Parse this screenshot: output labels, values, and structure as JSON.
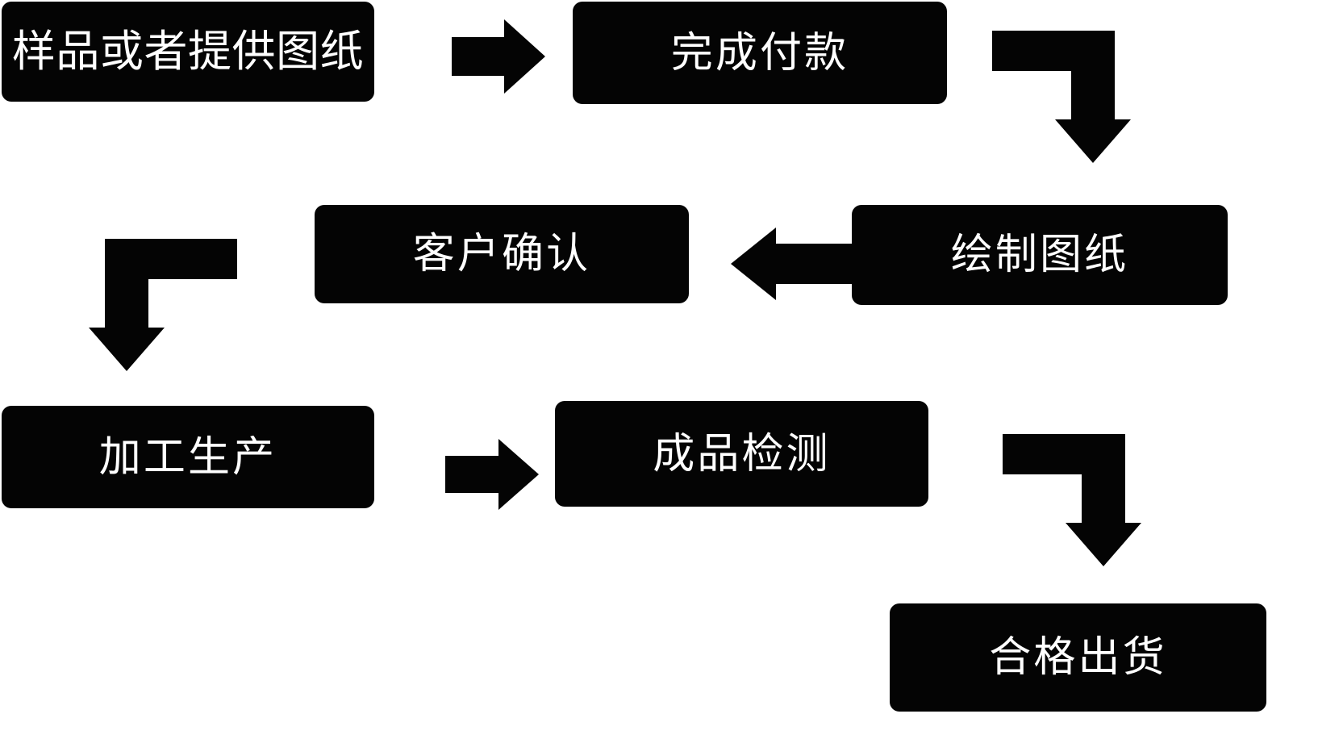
{
  "diagram": {
    "title": "",
    "background_color": "#ffffff",
    "node_fill_color": "#040404",
    "node_text_color": "#ffffff",
    "arrow_color": "#040404",
    "nodes": [
      {
        "id": "sample",
        "label": "样品或者提供图纸",
        "row": 1,
        "column": 1
      },
      {
        "id": "payment",
        "label": "完成付款",
        "row": 1,
        "column": 2
      },
      {
        "id": "confirm",
        "label": "客户确认",
        "row": 2,
        "column": 2
      },
      {
        "id": "drawing",
        "label": "绘制图纸",
        "row": 2,
        "column": 3
      },
      {
        "id": "production",
        "label": "加工生产",
        "row": 3,
        "column": 1
      },
      {
        "id": "inspection",
        "label": "成品检测",
        "row": 3,
        "column": 2
      },
      {
        "id": "shipping",
        "label": "合格出货",
        "row": 4,
        "column": 3
      }
    ],
    "connectors": [
      {
        "id": "sample-to-payment",
        "from": "sample",
        "to": "payment",
        "shape": "straight",
        "direction": "right"
      },
      {
        "id": "payment-to-drawing",
        "from": "payment",
        "to": "drawing",
        "shape": "elbow",
        "direction": "right-then-down"
      },
      {
        "id": "drawing-to-confirm",
        "from": "drawing",
        "to": "confirm",
        "shape": "straight",
        "direction": "left"
      },
      {
        "id": "confirm-to-production",
        "from": "confirm",
        "to": "production",
        "shape": "elbow",
        "direction": "left-then-down"
      },
      {
        "id": "production-to-inspection",
        "from": "production",
        "to": "inspection",
        "shape": "straight",
        "direction": "right"
      },
      {
        "id": "inspection-to-shipping",
        "from": "inspection",
        "to": "shipping",
        "shape": "elbow",
        "direction": "right-then-down"
      }
    ]
  }
}
